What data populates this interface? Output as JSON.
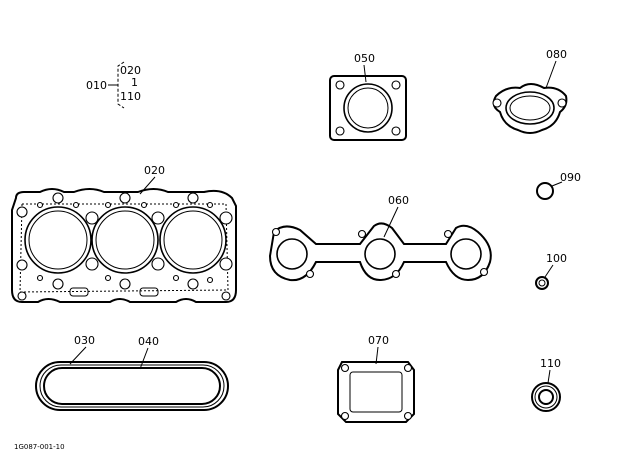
{
  "diagram": {
    "document_code": "1G087-001-10",
    "kit_callout": {
      "parent": "010",
      "range_start": "020",
      "range_sep": "1",
      "range_end": "110"
    },
    "parts": [
      {
        "number": "020"
      },
      {
        "number": "030"
      },
      {
        "number": "040"
      },
      {
        "number": "050"
      },
      {
        "number": "060"
      },
      {
        "number": "070"
      },
      {
        "number": "080"
      },
      {
        "number": "090"
      },
      {
        "number": "100"
      },
      {
        "number": "110"
      }
    ]
  }
}
